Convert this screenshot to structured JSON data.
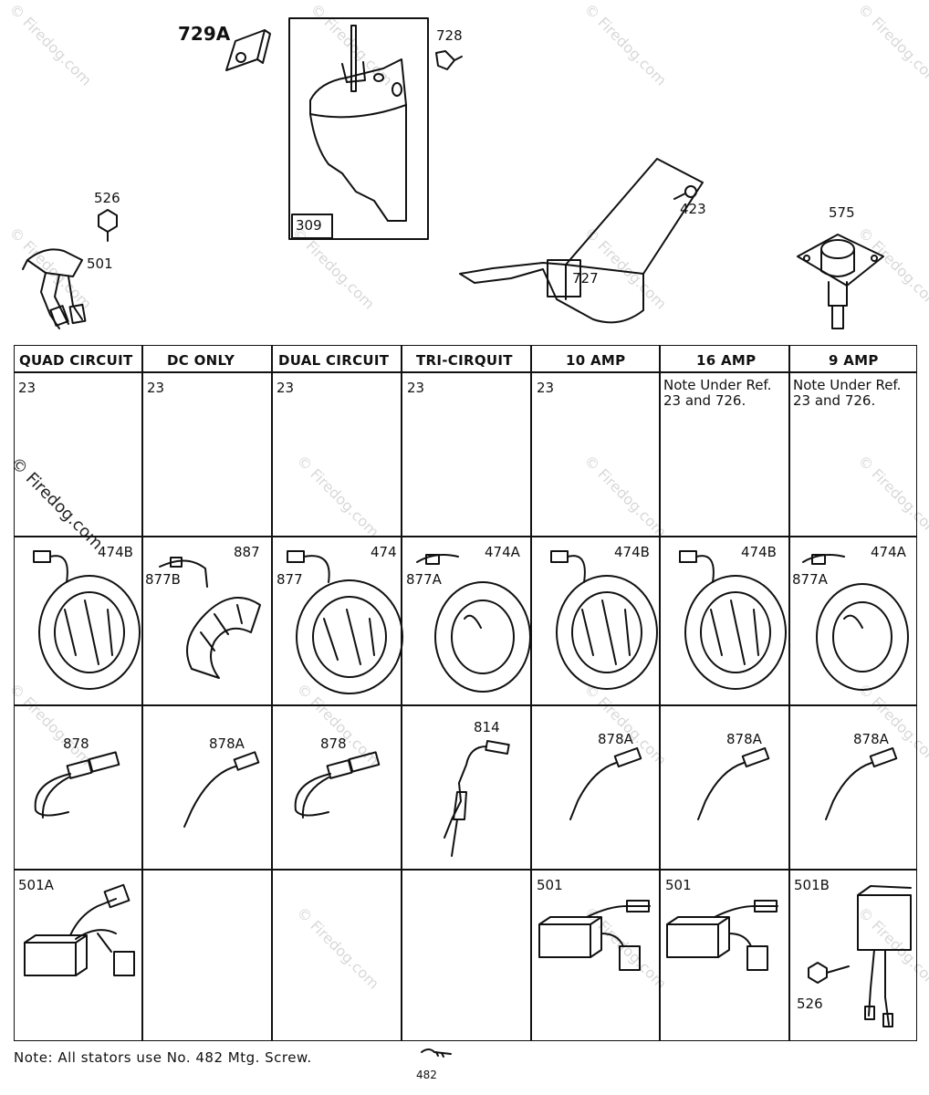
{
  "watermark": "© Firedog.com",
  "top_callouts": {
    "p729a": "729A",
    "p728": "728",
    "p309": "309",
    "p526": "526",
    "p501": "501",
    "p423": "423",
    "p727": "727",
    "p575": "575"
  },
  "columns": [
    {
      "header": "QUAD CIRCUIT",
      "ref23": "23",
      "stator_refs": [
        "474B"
      ],
      "harness": "878",
      "regulator": "501A"
    },
    {
      "header": "DC ONLY",
      "ref23": "23",
      "stator_refs": [
        "887",
        "877B"
      ],
      "harness": "878A",
      "regulator": ""
    },
    {
      "header": "DUAL CIRCUIT",
      "ref23": "23",
      "stator_refs": [
        "474",
        "877"
      ],
      "harness": "878",
      "regulator": ""
    },
    {
      "header": "TRI-CIRQUIT",
      "ref23": "23",
      "stator_refs": [
        "474A",
        "877A"
      ],
      "harness": "814",
      "regulator": ""
    },
    {
      "header": "10 AMP",
      "ref23": "23",
      "stator_refs": [
        "474B"
      ],
      "harness": "878A",
      "regulator": "501"
    },
    {
      "header": "16 AMP",
      "ref23": "Note Under Ref. 23 and 726.",
      "stator_refs": [
        "474B"
      ],
      "harness": "878A",
      "regulator": "501"
    },
    {
      "header": "9 AMP",
      "ref23": "Note Under Ref. 23 and 726.",
      "stator_refs": [
        "474A",
        "877A"
      ],
      "harness": "878A",
      "regulator": "501B",
      "extra": "526"
    }
  ],
  "footer": {
    "note": "Note: All stators use No. 482 Mtg. Screw.",
    "screw_ref": "482"
  }
}
